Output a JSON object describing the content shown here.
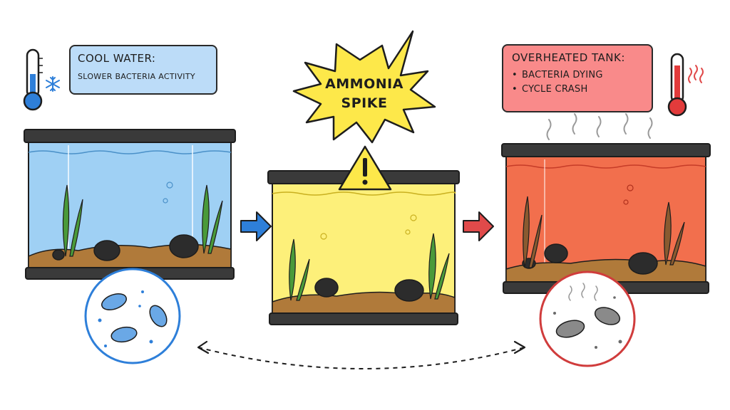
{
  "cool_panel": {
    "title": "COOL WATER:",
    "subtitle": "SLOWER BACTERIA ACTIVITY"
  },
  "spike": {
    "line1": "AMMONIA",
    "line2": "SPIKE"
  },
  "hot_panel": {
    "title": "OVERHEATED TANK:",
    "bullets": [
      "BACTERIA DYING",
      "CYCLE CRASH"
    ]
  },
  "colors": {
    "cool_water": "#9fd0f4",
    "ammonia_water": "#fdf07a",
    "hot_water": "#f26f4d",
    "cool_box": "#bcdcf8",
    "hot_box": "#f98a8a",
    "spike_star": "#fde84a",
    "arrow_blue": "#2e7fd9",
    "arrow_red": "#e04a4a"
  },
  "icons": [
    "thermometer-cold-icon",
    "snowflake-icon",
    "warning-icon",
    "thermometer-hot-icon",
    "heat-waves-icon",
    "blue-arrow-icon",
    "red-arrow-icon",
    "double-arrow-icon"
  ]
}
